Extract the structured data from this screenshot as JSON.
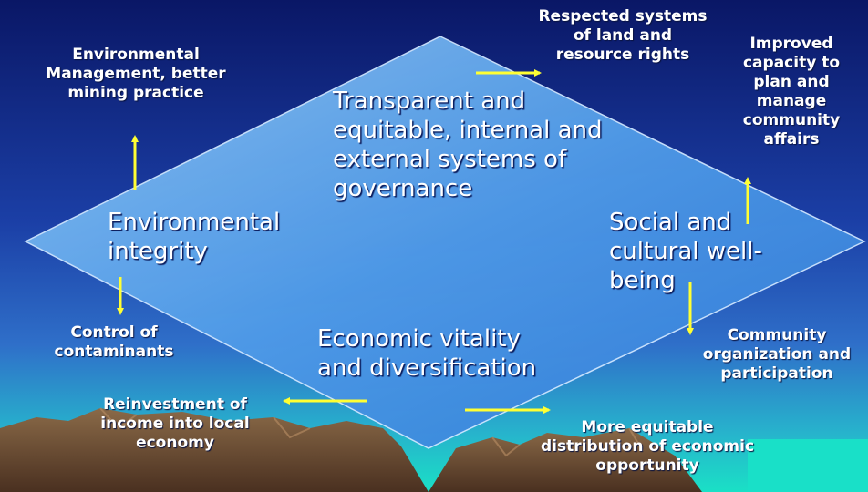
{
  "diagram": {
    "center_top": "Transparent and equitable, internal and external systems of governance",
    "center_left": "Environmental integrity",
    "center_right": "Social and cultural well-being",
    "center_bottom": "Economic vitality and diversification",
    "outcomes": {
      "environmental_management": "Environmental Management, better mining practice",
      "control_contaminants": "Control of contaminants",
      "reinvestment": "Reinvestment of income into local economy",
      "equitable_distribution": "More equitable distribution of economic opportunity",
      "land_rights": "Respected systems of land and resource rights",
      "improved_capacity": "Improved capacity to plan and manage community affairs",
      "community_organization": "Community organization and participation"
    }
  },
  "colors": {
    "background_top": "#0b1a6e",
    "background_mid": "#2c5fbf",
    "background_bottom": "#19d6c8",
    "diamond": "#5fa8ee",
    "arrow": "#ffff33",
    "mountains": "#6b4a30"
  }
}
